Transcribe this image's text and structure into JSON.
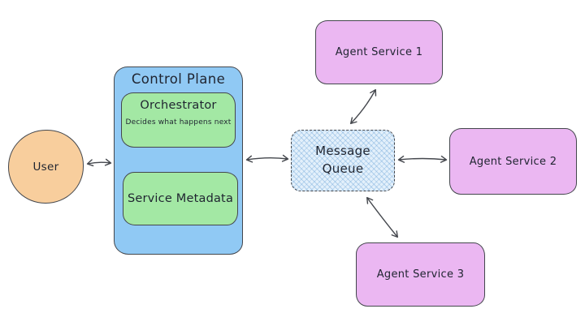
{
  "diagram": {
    "nodes": {
      "user": {
        "label": "User",
        "shape": "circle",
        "fill": "#F8CE9D"
      },
      "control_plane": {
        "label": "Control Plane",
        "fill": "#90C9F4"
      },
      "orchestrator": {
        "label": "Orchestrator",
        "sublabel": "Decides what happens next",
        "fill": "#A3E8A4"
      },
      "service_metadata": {
        "label": "Service Metadata",
        "fill": "#A3E8A4"
      },
      "message_queue": {
        "label": "Message Queue",
        "fill": "#E3F0FB",
        "border_style": "dashed",
        "texture": "crosshatch"
      },
      "agent_service_1": {
        "label": "Agent Service 1",
        "fill": "#EBB7F2"
      },
      "agent_service_2": {
        "label": "Agent Service 2",
        "fill": "#EBB7F2"
      },
      "agent_service_3": {
        "label": "Agent Service 3",
        "fill": "#EBB7F2"
      }
    },
    "edges": [
      {
        "from": "user",
        "to": "control_plane",
        "bidirectional": true
      },
      {
        "from": "control_plane",
        "to": "message_queue",
        "bidirectional": true
      },
      {
        "from": "message_queue",
        "to": "agent_service_1",
        "bidirectional": true
      },
      {
        "from": "message_queue",
        "to": "agent_service_2",
        "bidirectional": true
      },
      {
        "from": "message_queue",
        "to": "agent_service_3",
        "bidirectional": true
      }
    ],
    "colors": {
      "stroke": "#44474D",
      "background": "#FFFFFF",
      "text": "#1F2430"
    }
  }
}
